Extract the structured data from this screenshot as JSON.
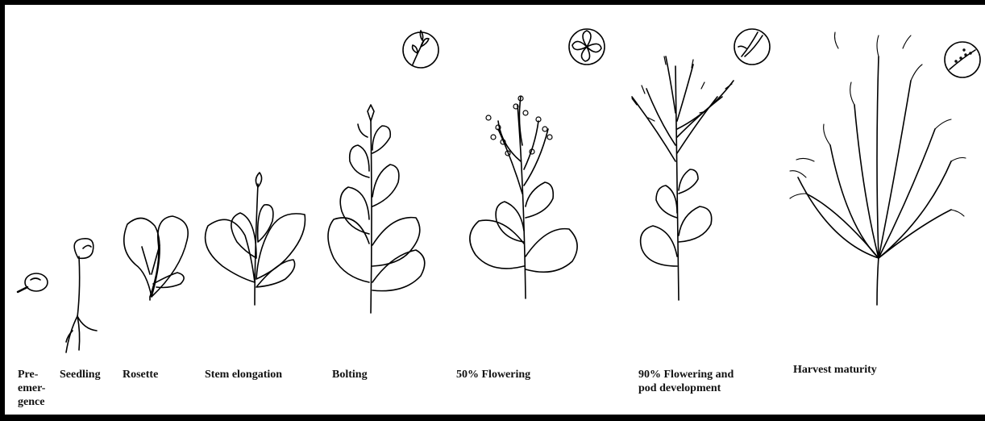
{
  "stages": [
    {
      "id": "pre-emergence",
      "label": "Pre-\nemer-\ngence"
    },
    {
      "id": "seedling",
      "label": "Seedling"
    },
    {
      "id": "rosette",
      "label": "Rosette"
    },
    {
      "id": "stem-elongation",
      "label": "Stem elongation"
    },
    {
      "id": "bolting",
      "label": "Bolting",
      "inset_icon": "flower-bud-icon"
    },
    {
      "id": "flowering-50",
      "label": "50% Flowering",
      "inset_icon": "open-flower-icon"
    },
    {
      "id": "flowering-90",
      "label": "90% Flowering and\npod development",
      "inset_icon": "pod-icon"
    },
    {
      "id": "harvest-maturity",
      "label": "Harvest maturity",
      "inset_icon": "seed-pod-icon"
    }
  ],
  "colors": {
    "ink": "#000000",
    "background": "#ffffff"
  }
}
